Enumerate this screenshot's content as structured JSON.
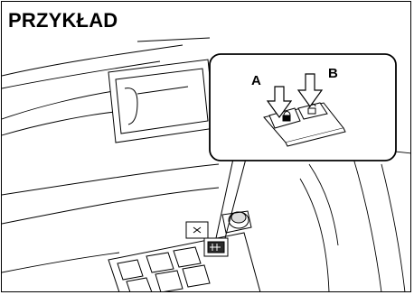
{
  "figure": {
    "example_label": "PRZYKŁAD",
    "callout": {
      "label_a": "A",
      "label_b": "B"
    }
  }
}
